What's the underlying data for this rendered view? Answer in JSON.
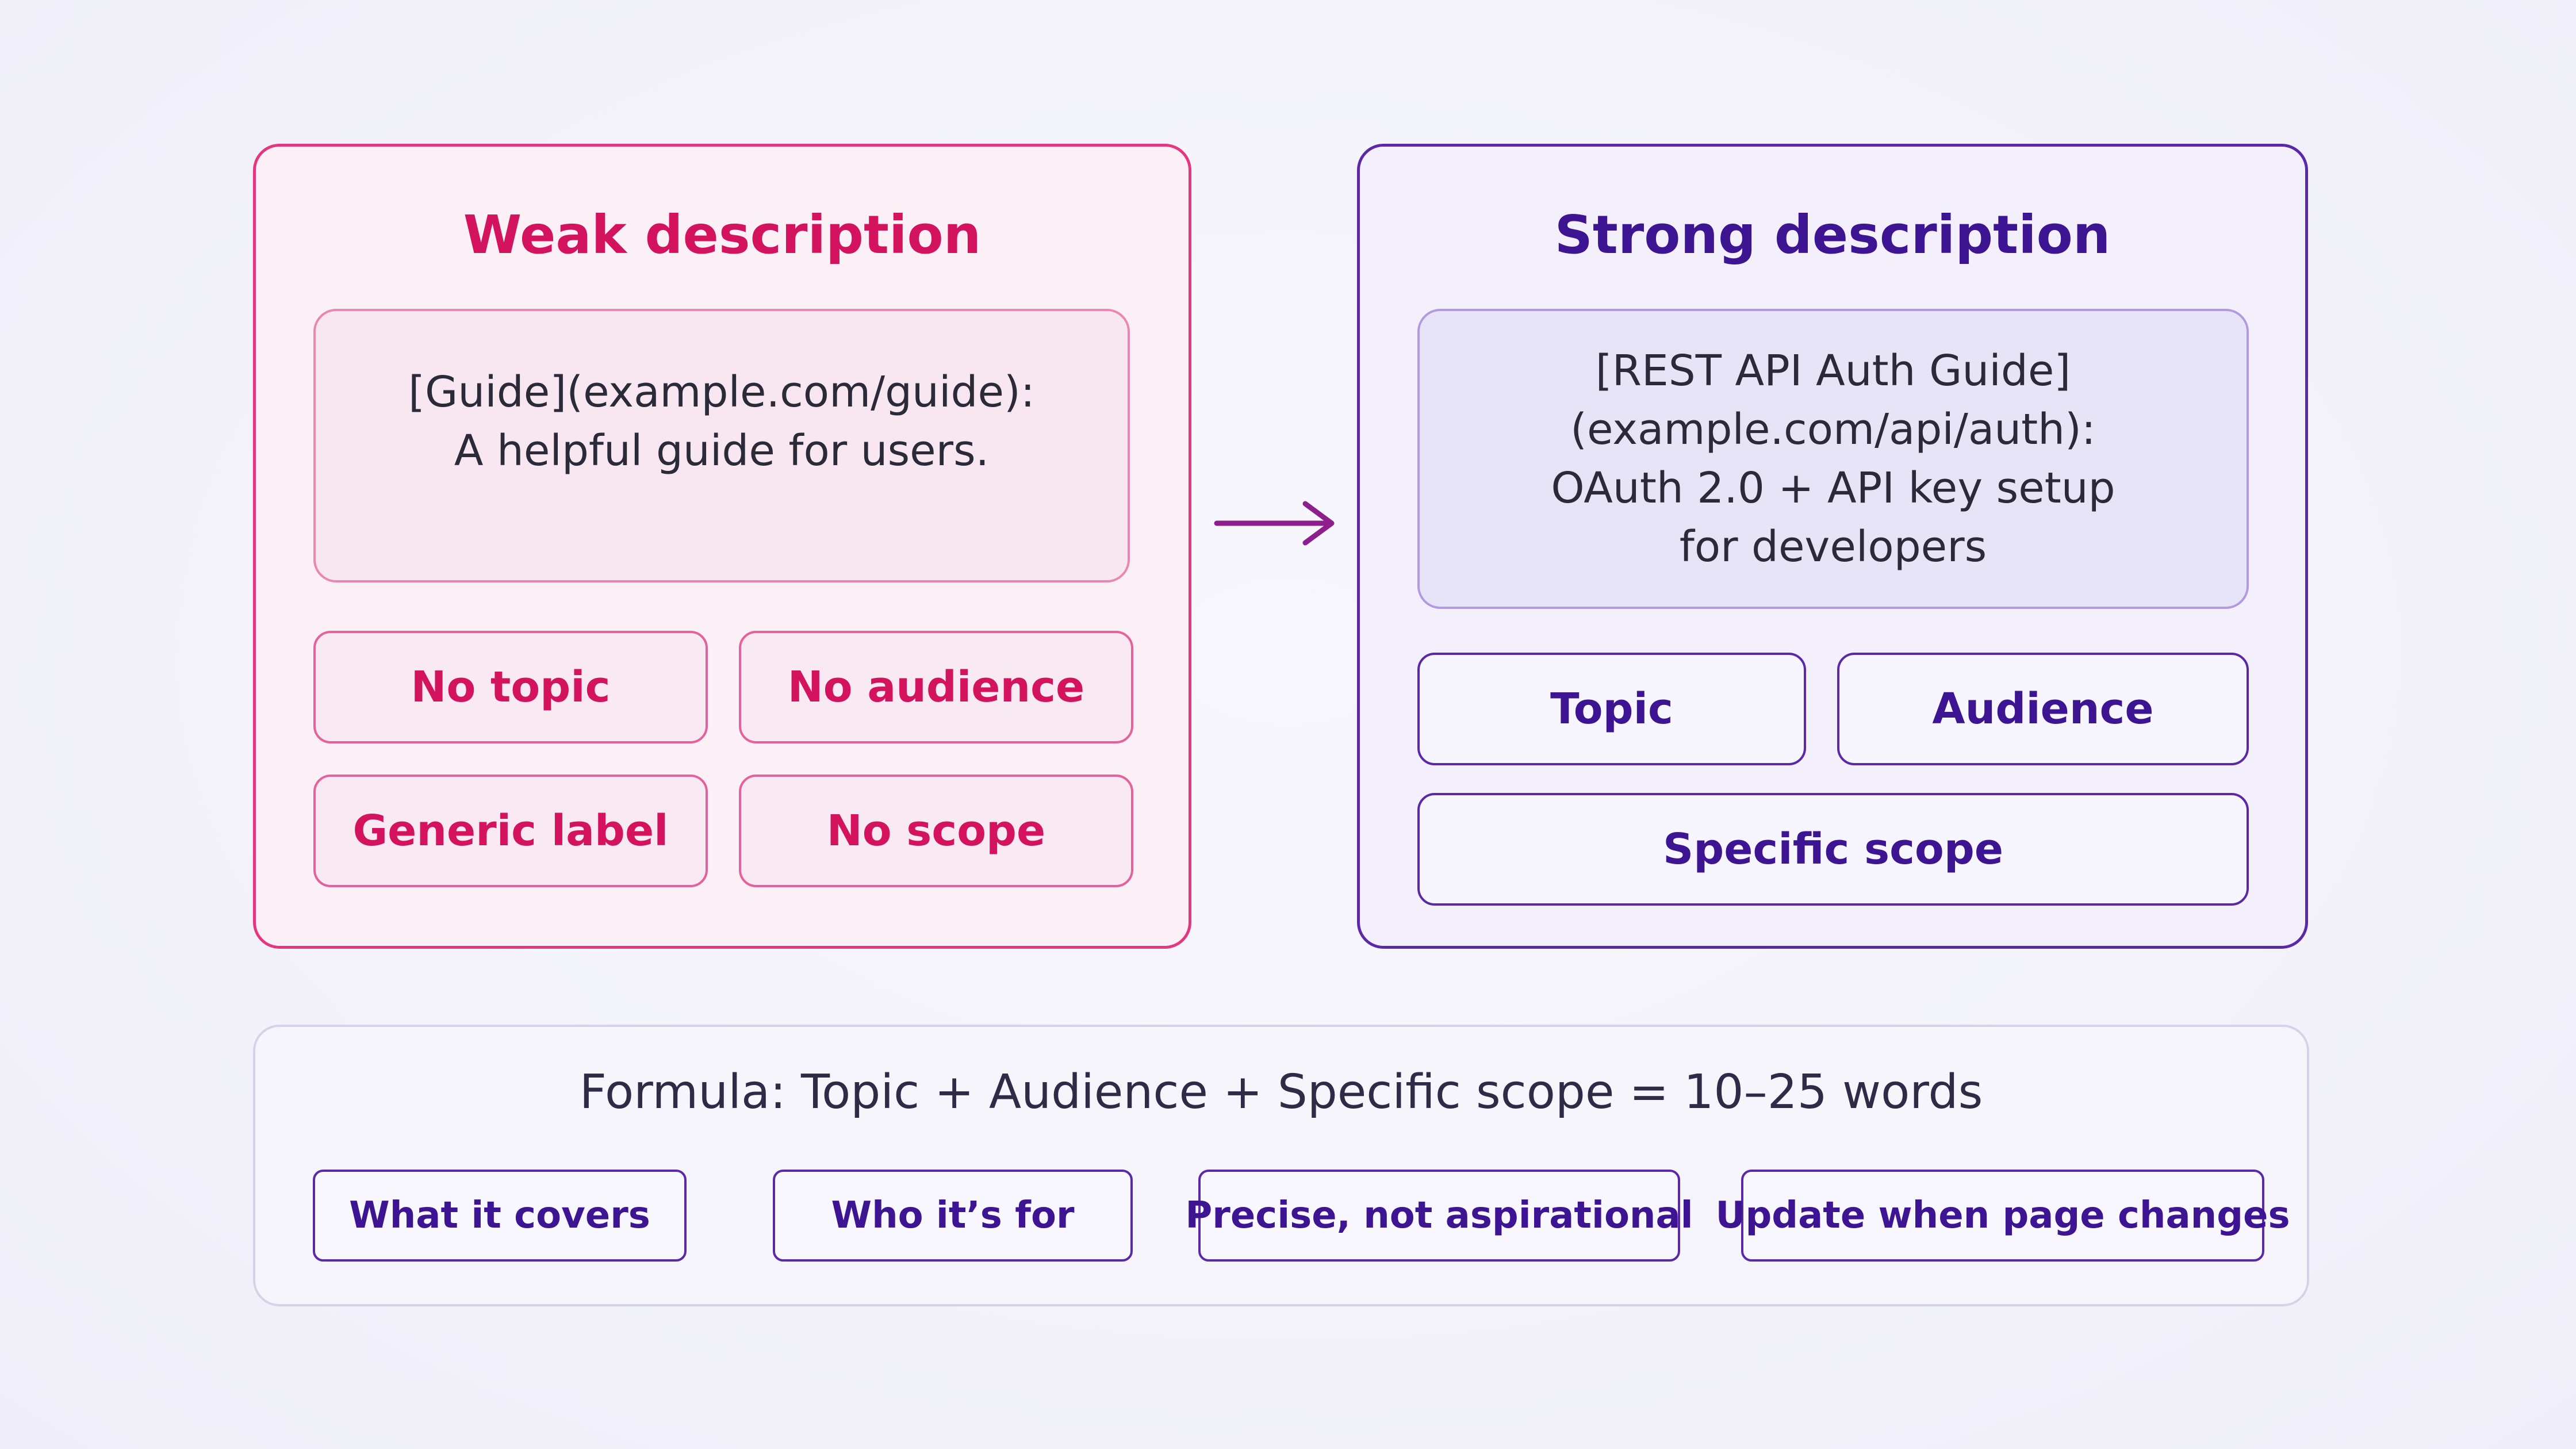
{
  "weak": {
    "title": "Weak description",
    "example": "[Guide](example.com/guide):\nA helpful guide for users.",
    "tags": [
      "No topic",
      "No audience",
      "Generic label",
      "No scope"
    ]
  },
  "strong": {
    "title": "Strong description",
    "example": "[REST API Auth Guide]\n(example.com/api/auth):\nOAuth 2.0 + API key setup\nfor developers",
    "tags": [
      "Topic",
      "Audience",
      "Specific scope"
    ]
  },
  "formula": {
    "text": "Formula: Topic + Audience + Specific scope = 10–25 words",
    "pills": [
      "What it covers",
      "Who it’s for",
      "Precise, not aspirational",
      "Update when page changes"
    ]
  },
  "colors": {
    "weak_accent": "#d4135f",
    "strong_accent": "#3d1593",
    "arrow": "#8e1e8e"
  },
  "icons": {
    "arrow": "right-arrow-icon"
  }
}
